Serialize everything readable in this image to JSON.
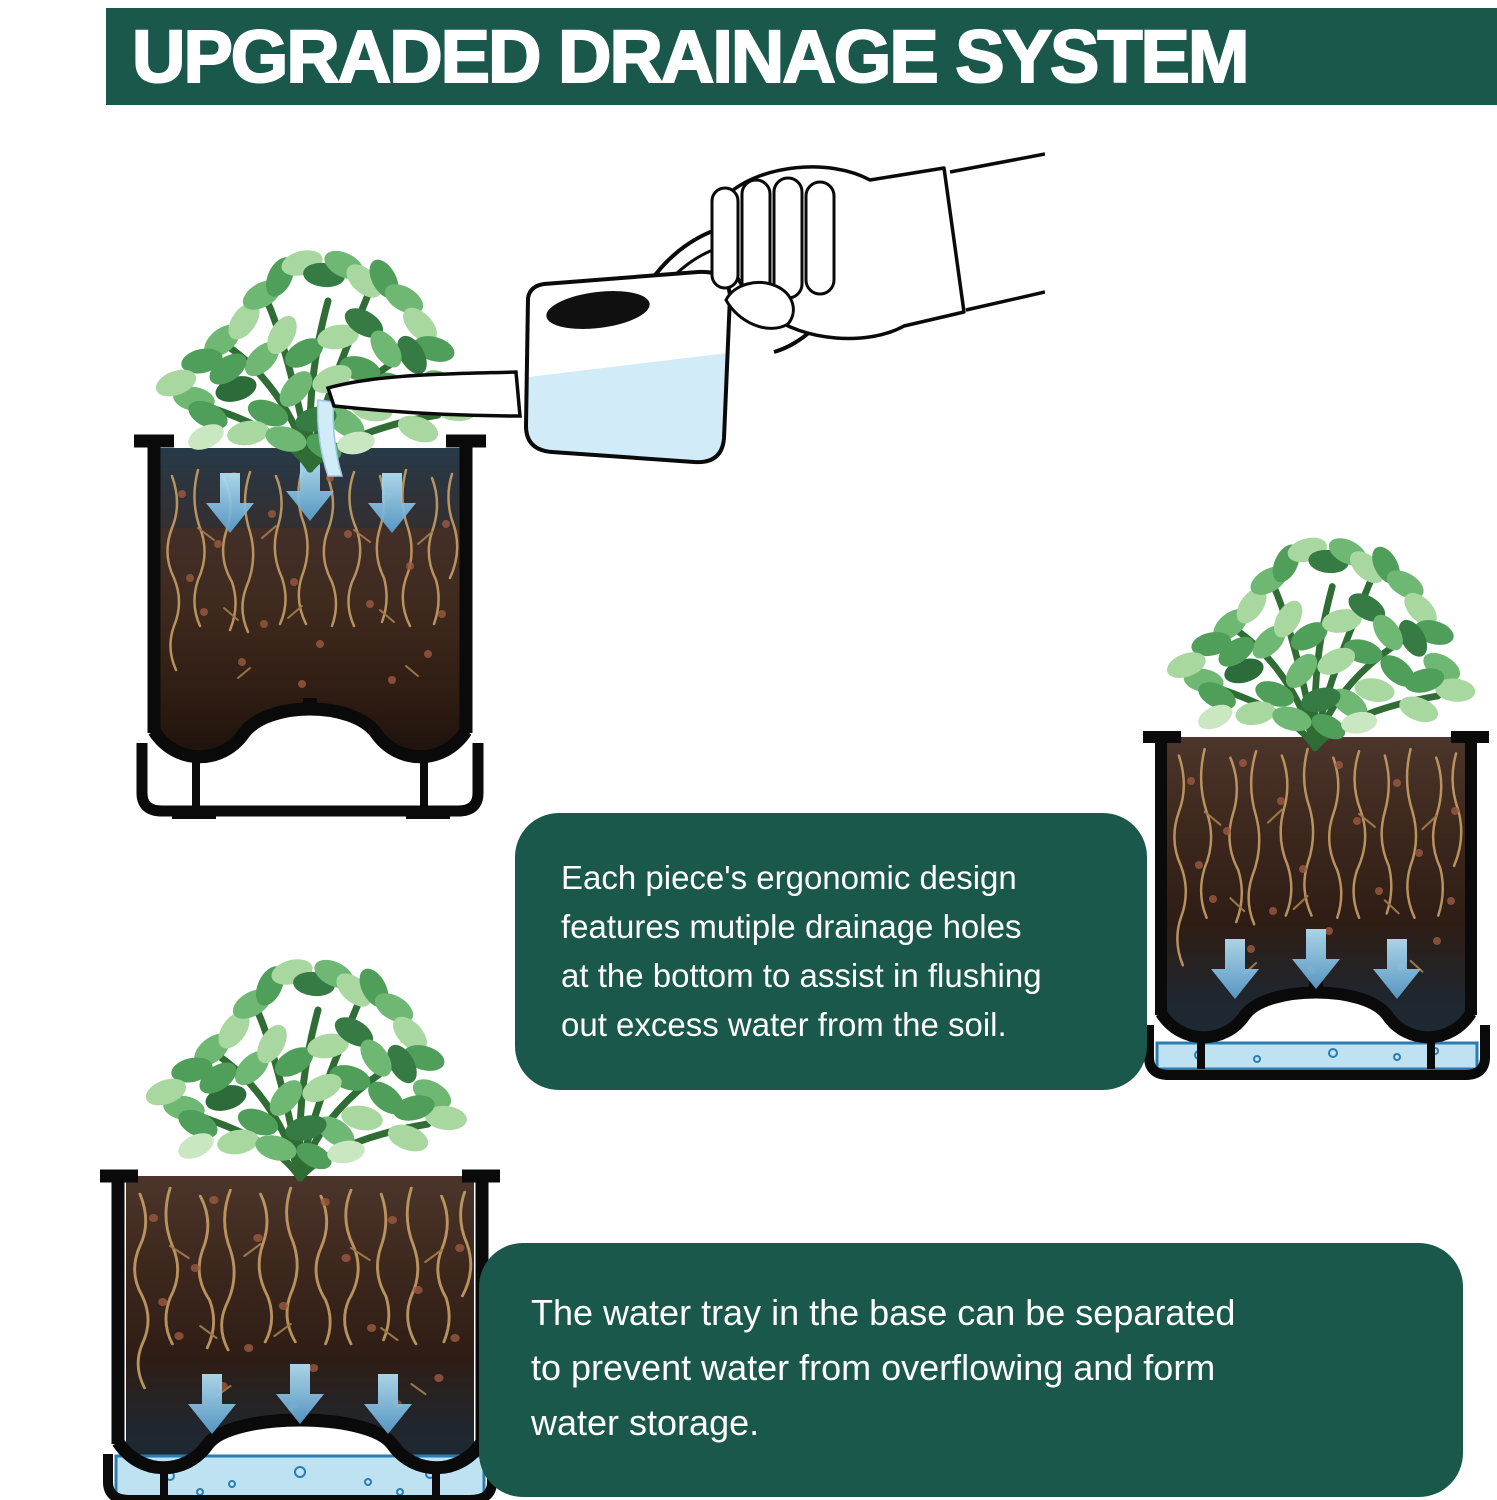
{
  "header": {
    "title": "UPGRADED DRAINAGE SYSTEM"
  },
  "callouts": {
    "drainage_text": "Each piece's ergonomic design\nfeatures mutiple drainage holes\nat the bottom to assist in flushing\nout excess water from the soil.",
    "tray_text": "The water tray in the base can be separated\nto prevent water from overflowing and form\nwater storage."
  },
  "colors": {
    "brand_green": "#19584a",
    "water_blue": "#bfe2f3",
    "water_outline": "#2a7cb5",
    "arrow_blue": "#7fc2e6",
    "soil_brown": "#3b261c",
    "leaf_green": "#5aa75f"
  },
  "illustrations": {
    "pot_top_watering": "watering-can-pouring-into-planter-cross-section",
    "pot_drainage": "planter-cross-section-draining-into-tray",
    "pot_tray_storage": "planter-cross-section-with-water-storage-tray",
    "watering_can": "hand-pouring-watering-can"
  }
}
